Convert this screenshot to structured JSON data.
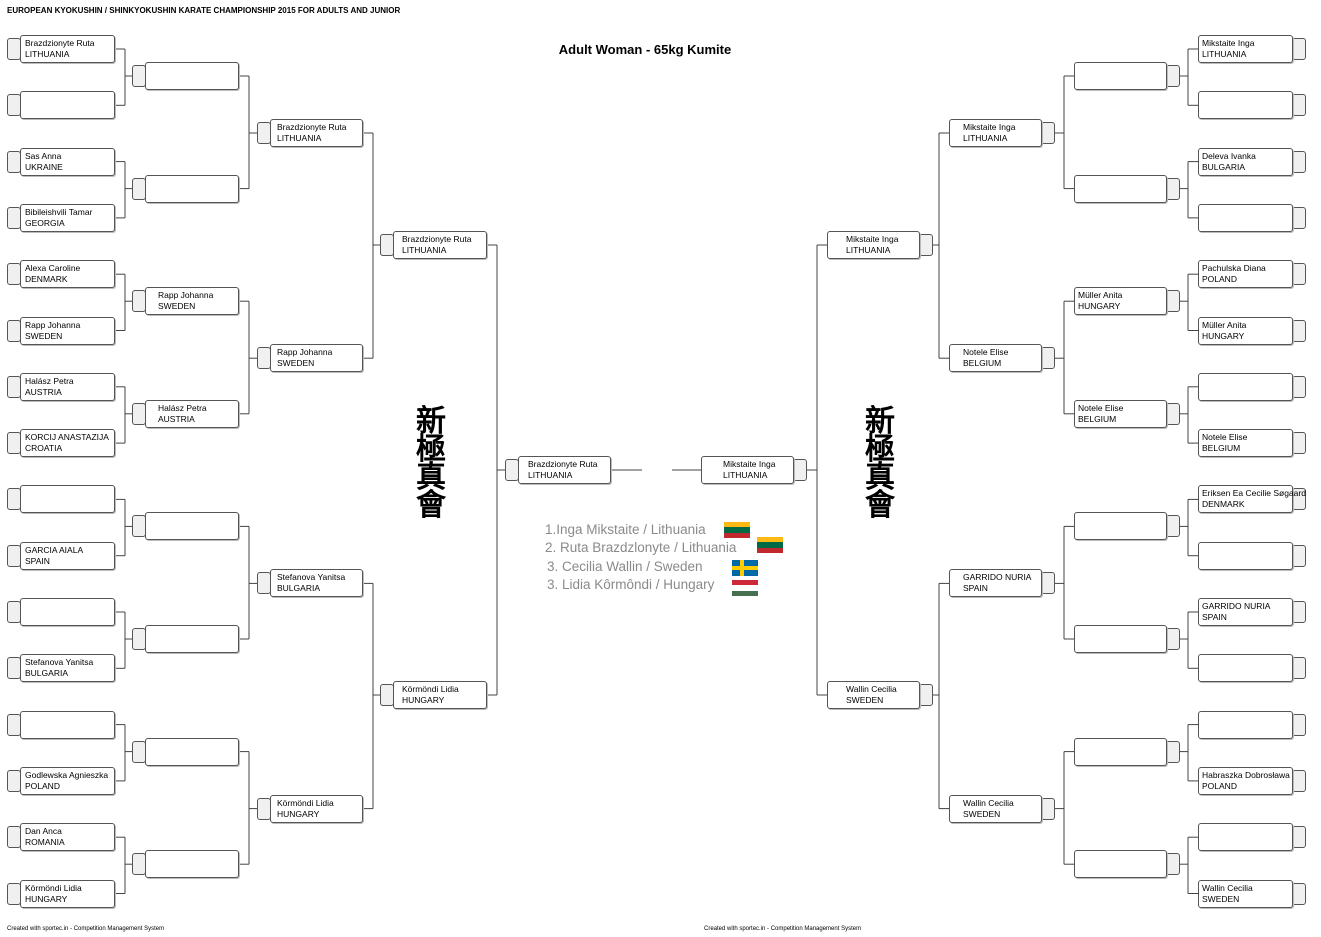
{
  "header": {
    "championship": "EUROPEAN KYOKUSHIN / SHINKYOKUSHIN KARATE CHAMPIONSHIP 2015 FOR ADULTS AND JUNIOR",
    "event": "Adult Woman - 65kg Kumite"
  },
  "footer": {
    "left": "Created with sportec.in - Competition Management System",
    "right": "Created with sportec.in - Competition Management System"
  },
  "logo": {
    "glyphs": [
      "新",
      "極",
      "真",
      "會"
    ]
  },
  "colors": {
    "line": "#444444",
    "box_border": "#555555",
    "results_text": "#8a8a8a"
  },
  "bracket": {
    "left": {
      "r1": [
        {
          "name": "Brazdzionyte Ruta",
          "country": "LITHUANIA"
        },
        {
          "name": "",
          "country": ""
        },
        {
          "name": "Sas  Anna",
          "country": "UKRAINE"
        },
        {
          "name": "Bibileishvili Tamar",
          "country": "GEORGIA"
        },
        {
          "name": "Alexa Caroline",
          "country": "DENMARK"
        },
        {
          "name": "Rapp Johanna",
          "country": "SWEDEN"
        },
        {
          "name": "Halász Petra",
          "country": "AUSTRIA"
        },
        {
          "name": "KORCIJ ANASTAZIJA",
          "country": "CROATIA"
        },
        {
          "name": "",
          "country": ""
        },
        {
          "name": "GARCIA AIALA",
          "country": "SPAIN"
        },
        {
          "name": "",
          "country": ""
        },
        {
          "name": "Stefanova Yanitsa",
          "country": "BULGARIA"
        },
        {
          "name": "",
          "country": ""
        },
        {
          "name": "Godlewska Agnieszka",
          "country": "POLAND"
        },
        {
          "name": "Dan Anca",
          "country": "ROMANIA"
        },
        {
          "name": "Körmöndi Lidia",
          "country": "HUNGARY"
        }
      ],
      "r2": [
        {
          "name": "",
          "country": ""
        },
        {
          "name": "",
          "country": ""
        },
        {
          "name": "Rapp Johanna",
          "country": "SWEDEN"
        },
        {
          "name": "Halász Petra",
          "country": "AUSTRIA"
        },
        {
          "name": "",
          "country": ""
        },
        {
          "name": "",
          "country": ""
        },
        {
          "name": "",
          "country": ""
        },
        {
          "name": "",
          "country": ""
        }
      ],
      "r3": [
        {
          "name": "Brazdzionyte Ruta",
          "country": "LITHUANIA"
        },
        {
          "name": "Rapp Johanna",
          "country": "SWEDEN"
        },
        {
          "name": "Stefanova Yanitsa",
          "country": "BULGARIA"
        },
        {
          "name": "Körmöndi Lidia",
          "country": "HUNGARY"
        }
      ],
      "r4": [
        {
          "name": "Brazdzionyte Ruta",
          "country": "LITHUANIA"
        },
        {
          "name": "Körmöndi Lidia",
          "country": "HUNGARY"
        }
      ],
      "final": {
        "name": "Brazdzionyte Ruta",
        "country": "LITHUANIA"
      }
    },
    "right": {
      "r1": [
        {
          "name": "Mikstaite Inga",
          "country": "LITHUANIA"
        },
        {
          "name": "",
          "country": ""
        },
        {
          "name": "Deleva Ivanka",
          "country": "BULGARIA"
        },
        {
          "name": "",
          "country": ""
        },
        {
          "name": "Pachulska Diana",
          "country": "POLAND"
        },
        {
          "name": "Müller Anita",
          "country": "HUNGARY"
        },
        {
          "name": "",
          "country": ""
        },
        {
          "name": "Notele Elise",
          "country": "BELGIUM"
        },
        {
          "name": "Eriksen Ea Cecilie Søgaard",
          "country": "DENMARK"
        },
        {
          "name": "",
          "country": ""
        },
        {
          "name": "GARRIDO NURIA",
          "country": "SPAIN"
        },
        {
          "name": "",
          "country": ""
        },
        {
          "name": "",
          "country": ""
        },
        {
          "name": "Habraszka Dobrosława",
          "country": "POLAND"
        },
        {
          "name": "",
          "country": ""
        },
        {
          "name": "Wallin Cecilia",
          "country": "SWEDEN"
        }
      ],
      "r2": [
        {
          "name": "",
          "country": ""
        },
        {
          "name": "",
          "country": ""
        },
        {
          "name": "Müller Anita",
          "country": "HUNGARY"
        },
        {
          "name": "Notele Elise",
          "country": "BELGIUM"
        },
        {
          "name": "",
          "country": ""
        },
        {
          "name": "",
          "country": ""
        },
        {
          "name": "",
          "country": ""
        },
        {
          "name": "",
          "country": ""
        }
      ],
      "r3": [
        {
          "name": "Mikstaite Inga",
          "country": "LITHUANIA"
        },
        {
          "name": "Notele Elise",
          "country": "BELGIUM"
        },
        {
          "name": "GARRIDO NURIA",
          "country": "SPAIN"
        },
        {
          "name": "Wallin Cecilia",
          "country": "SWEDEN"
        }
      ],
      "r4": [
        {
          "name": "Mikstaite Inga",
          "country": "LITHUANIA"
        },
        {
          "name": "Wallin Cecilia",
          "country": "SWEDEN"
        }
      ],
      "final": {
        "name": "Mikstaite Inga",
        "country": "LITHUANIA"
      }
    }
  },
  "results": [
    {
      "text": "1.Inga Mikstaite / Lithuania",
      "flag": [
        "#fdb913",
        "#006a44",
        "#c1272d"
      ]
    },
    {
      "text": "2. Ruta Brazdzlonyte / Lithuania",
      "flag": [
        "#fdb913",
        "#006a44",
        "#c1272d"
      ]
    },
    {
      "text": "3. Cecilia Wallin / Sweden",
      "flag": [
        "#006aa7",
        "#fecc00",
        "#006aa7"
      ]
    },
    {
      "text": "3. Lidia Kôrmôndi / Hungary",
      "flag": [
        "#ce2939",
        "#ffffff",
        "#477050"
      ]
    }
  ]
}
